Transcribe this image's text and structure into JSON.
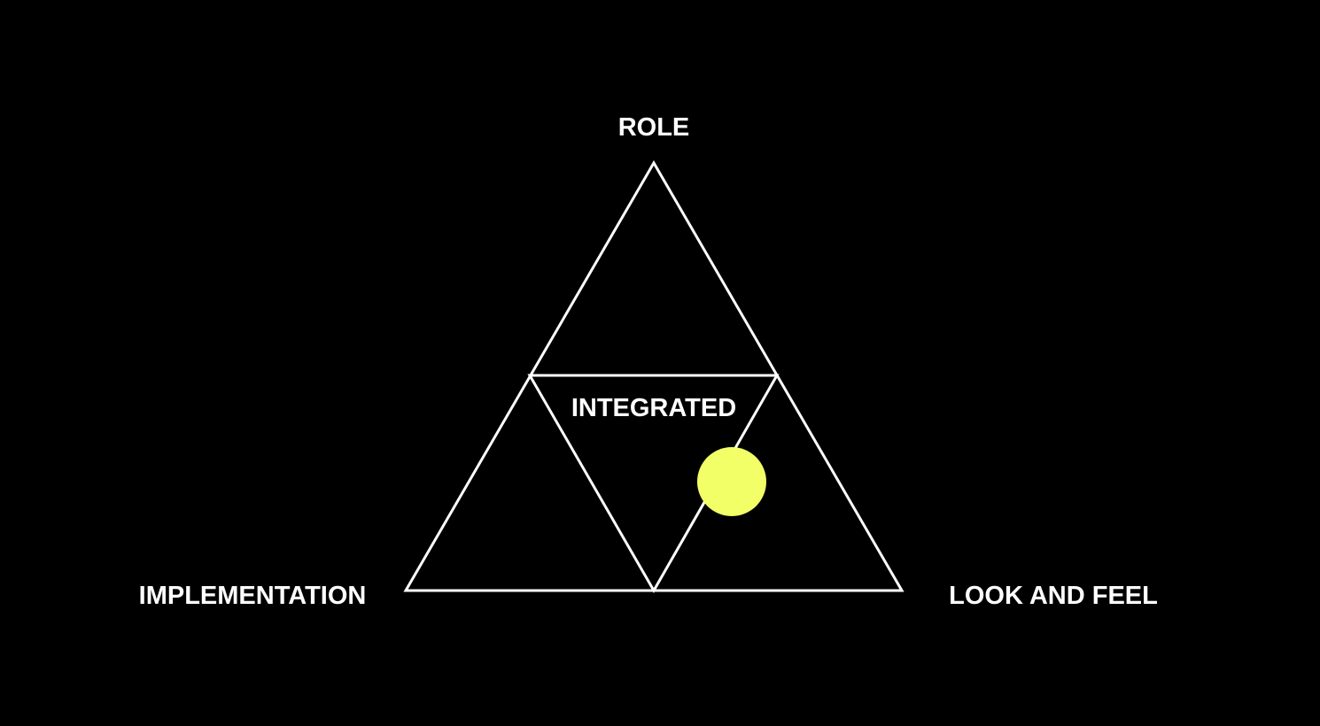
{
  "diagram": {
    "vertices": {
      "top": "ROLE",
      "bottom_left": "IMPLEMENTATION",
      "bottom_right": "LOOK AND FEEL"
    },
    "center": "INTEGRATED",
    "marker": {
      "region": "LOOK AND FEEL / INTEGRATED boundary",
      "color": "#f3ff66"
    },
    "colors": {
      "background": "#000000",
      "lines": "#ffffff",
      "text": "#ffffff"
    }
  }
}
